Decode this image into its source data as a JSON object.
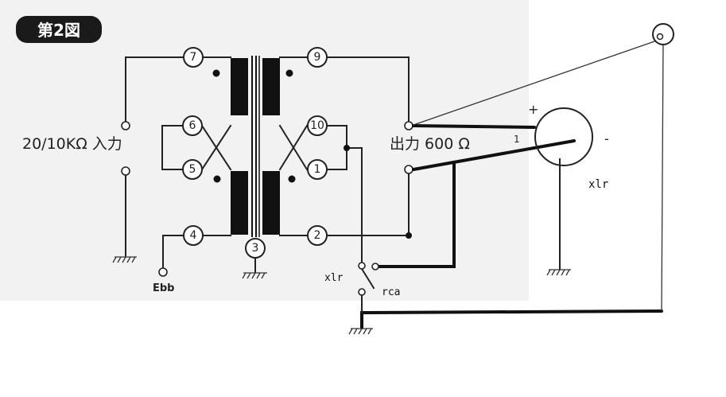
{
  "title": "第2図",
  "input_label": "20/10KΩ 入力",
  "output_label": "出力 600 Ω",
  "ebb_label": "Ebb",
  "pins": {
    "p1": "1",
    "p2": "2",
    "p3": "3",
    "p4": "4",
    "p5": "5",
    "p6": "6",
    "p7": "7",
    "p9": "9",
    "p10": "10"
  },
  "xlr_label": "xlr",
  "switch_xlr_label": "xlr",
  "switch_rca_label": "rca",
  "plus_label": "+",
  "minus_label": "-",
  "pin_mark": "1",
  "colors": {
    "ink": "#222222",
    "paper": "#f2f2f2",
    "core": "#111111"
  }
}
